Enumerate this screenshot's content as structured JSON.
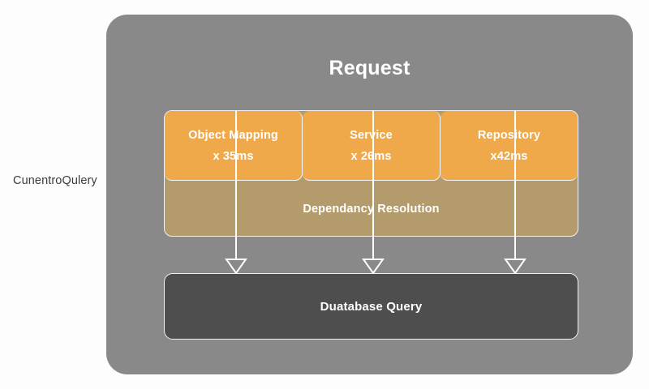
{
  "background_color": "#fdfdfd",
  "side_caption": {
    "text": "CunentroQulery"
  },
  "panel": {
    "title": "Request",
    "fill_color": "#898989",
    "title_color": "#ffffff"
  },
  "stages": {
    "fill_color": "#efa94a",
    "items": [
      {
        "name": "Object Mapping",
        "time": "x 35ms"
      },
      {
        "name": "Service",
        "time": "x 26ms"
      },
      {
        "name": "Repository",
        "time": "x42ms"
      }
    ]
  },
  "resolution_band": {
    "label": "Dependancy Resolution",
    "fill_color": "#b49b6c"
  },
  "arrows": {
    "count": 3,
    "color": "#ffffff",
    "direction": "down"
  },
  "database": {
    "label": "Duatabase Query",
    "fill_color": "#4e4e4e"
  }
}
